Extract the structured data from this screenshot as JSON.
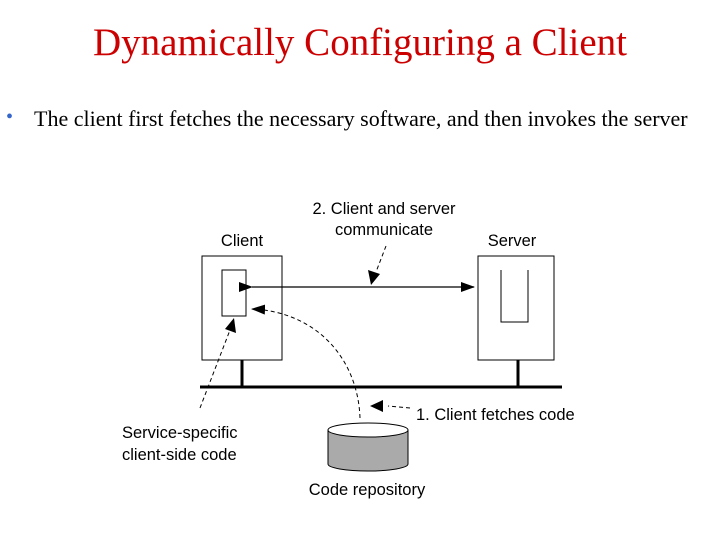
{
  "slide": {
    "title": "Dynamically Configuring a Client",
    "bullet": "The client first fetches the necessary software, and then invokes the server"
  },
  "diagram": {
    "labels": {
      "client": "Client",
      "server": "Server",
      "step2_line1": "2. Client and server",
      "step2_line2": "communicate",
      "step1": "1. Client fetches code",
      "code_line1": "Service-specific",
      "code_line2": "client-side code",
      "repository": "Code repository"
    },
    "colors": {
      "title": "#cc0000",
      "bullet": "#3366cc",
      "repository_fill": "#aaaaaa"
    }
  }
}
